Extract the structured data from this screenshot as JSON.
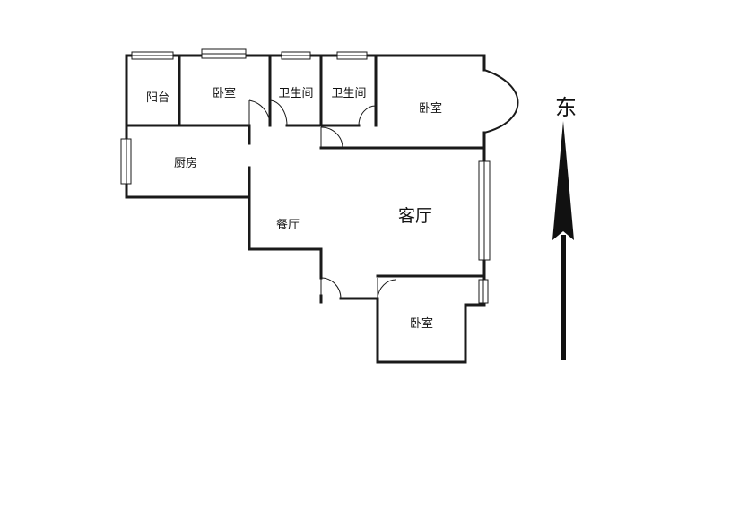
{
  "rooms": {
    "balcony": "阳台",
    "bedroom_north_left": "卧室",
    "bathroom_1": "卫生间",
    "bathroom_2": "卫生间",
    "bedroom_north_right": "卧室",
    "kitchen": "厨房",
    "dining": "餐厅",
    "living": "客厅",
    "bedroom_south": "卧室"
  },
  "compass": {
    "label": "东",
    "icon": "north-arrow-icon"
  },
  "colors": {
    "wall": "#1a1a1a",
    "background": "#ffffff"
  }
}
